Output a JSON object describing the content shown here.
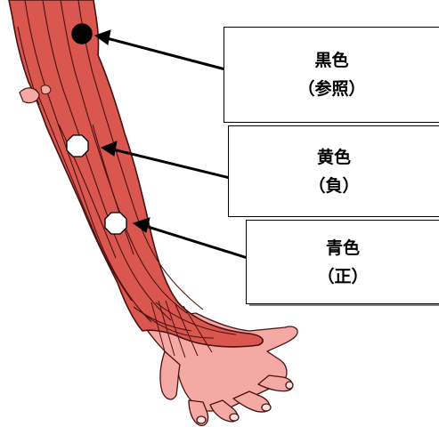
{
  "labels": {
    "black": {
      "title": "黒色",
      "sub": "（参照）"
    },
    "yellow": {
      "title": "黄色",
      "sub": "（負）"
    },
    "blue": {
      "title": "青色",
      "sub": "（正）"
    }
  },
  "colors": {
    "muscle_fill": "#d9574f",
    "muscle_line": "#4a1010",
    "hand_fill": "#f4a9a4",
    "electrode_black": "#000000",
    "electrode_white": "#ffffff"
  },
  "icons": {
    "arm": "forearm-muscle-illustration",
    "reference_electrode": "black-circle",
    "negative_electrode": "white-octagon",
    "positive_electrode": "white-octagon"
  }
}
